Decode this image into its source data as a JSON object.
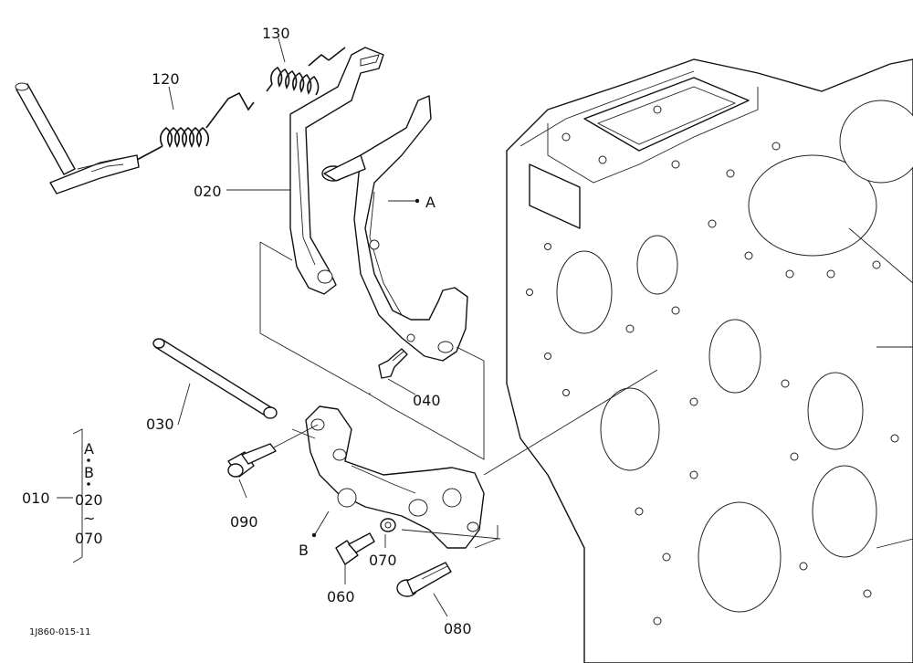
{
  "figure_code": "1J860-015-11",
  "callouts": {
    "c010": "010",
    "c020": "020",
    "c030": "030",
    "c040": "040",
    "c060": "060",
    "c070": "070",
    "c080": "080",
    "c090": "090",
    "c120": "120",
    "c130": "130",
    "ref_a": "A",
    "ref_b": "B"
  },
  "assembly_set": {
    "line1": "A",
    "line2": "B",
    "line3": "020",
    "line4": "~",
    "line5": "070"
  }
}
